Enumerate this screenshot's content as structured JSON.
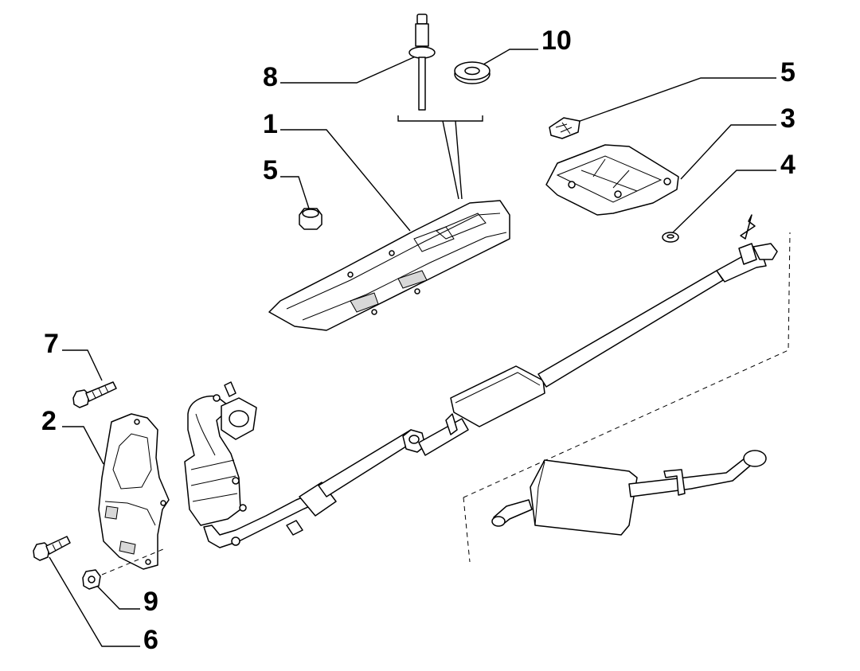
{
  "callouts": {
    "c1": "1",
    "c2": "2",
    "c3": "3",
    "c4": "4",
    "c5a": "5",
    "c5b": "5",
    "c6": "6",
    "c7": "7",
    "c8": "8",
    "c9": "9",
    "c10": "10"
  }
}
